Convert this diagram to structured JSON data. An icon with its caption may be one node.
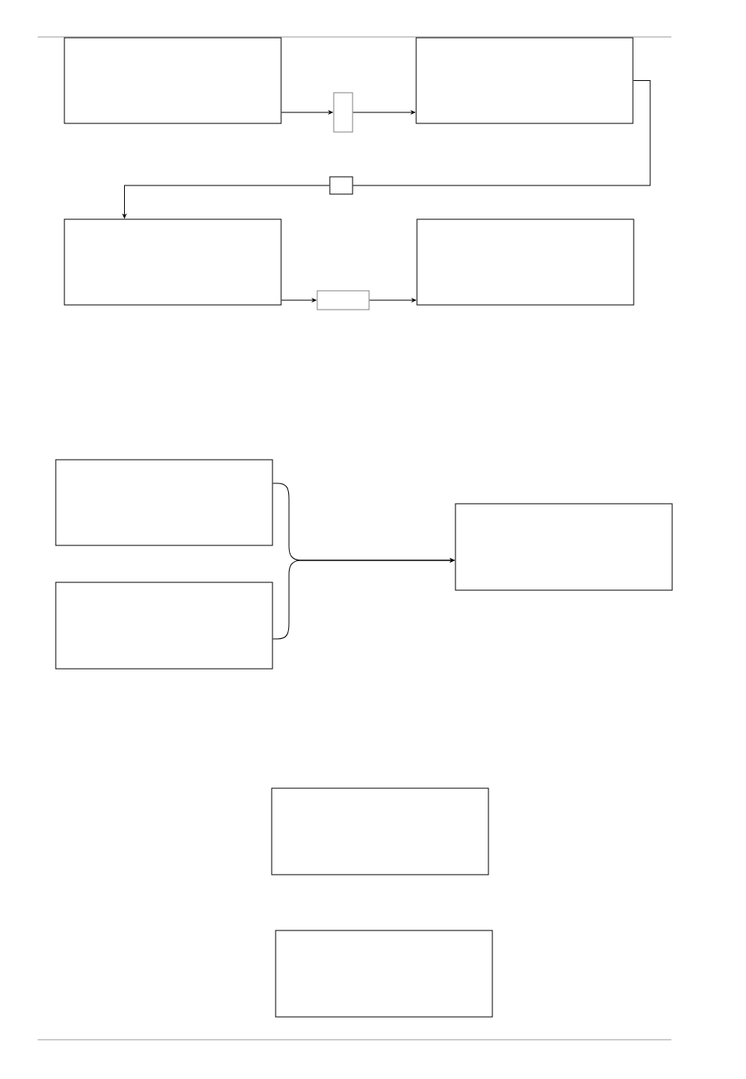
{
  "diagram": {
    "nodes": [
      {
        "text": [],
        "shape": "box"
      },
      {
        "text": [],
        "shape": "box"
      },
      {
        "text": [],
        "shape": "box"
      },
      {
        "text": [],
        "shape": "box"
      },
      {
        "text": [],
        "shape": "box"
      },
      {
        "text": [],
        "shape": "box"
      },
      {
        "text": [],
        "shape": "box"
      },
      {
        "text": [],
        "shape": "box"
      },
      {
        "text": [],
        "shape": "box"
      },
      {
        "text": [],
        "shape": "box"
      },
      {
        "text": [],
        "shape": "box"
      },
      {
        "text": [],
        "shape": "box"
      }
    ],
    "edges": [
      {
        "from": 0,
        "to": 1,
        "arrow": "to"
      },
      {
        "from": 1,
        "to": 2,
        "arrow": "to"
      },
      {
        "from": 2,
        "to": 3,
        "arrow": "none"
      },
      {
        "from": 3,
        "to": 4,
        "arrow": "to"
      },
      {
        "from": 4,
        "to": 5,
        "arrow": "to"
      },
      {
        "from": 5,
        "to": 6,
        "arrow": "to"
      },
      {
        "from": 7,
        "to": 9,
        "arrow": "to"
      },
      {
        "from": 8,
        "to": 9,
        "arrow": "to"
      }
    ]
  }
}
